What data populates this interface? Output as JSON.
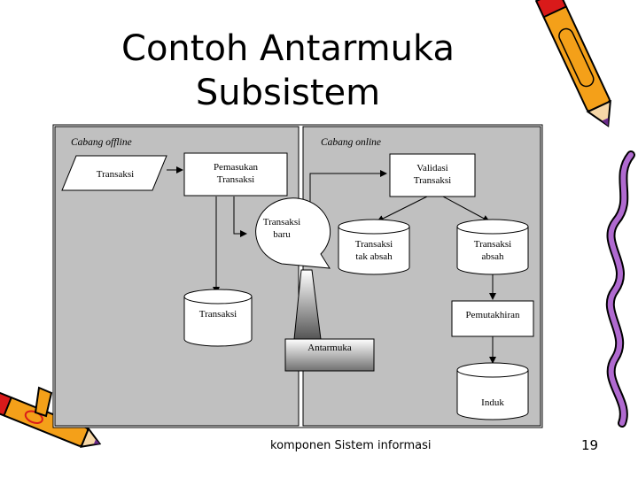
{
  "slide": {
    "title_line1": "Contoh Antarmuka",
    "title_line2": "Subsistem",
    "footer": "komponen Sistem informasi",
    "page_number": "19"
  },
  "diagram": {
    "panel_offline_label": "Cabang offline",
    "panel_online_label": "Cabang online",
    "transaksi_input": "Transaksi",
    "pemasukan_line1": "Pemasukan",
    "pemasukan_line2": "Transaksi",
    "transaksi_store": "Transaksi",
    "callout_line1": "Transaksi",
    "callout_line2": "baru",
    "validasi_line1": "Validasi",
    "validasi_line2": "Transaksi",
    "tak_absah_line1": "Transaksi",
    "tak_absah_line2": "tak absah",
    "absah_line1": "Transaksi",
    "absah_line2": "absah",
    "pemutakhiran": "Pemutakhiran",
    "induk": "Induk",
    "antarmuka": "Antarmuka"
  },
  "colors": {
    "panel_fill": "#c0c0c0",
    "box_fill": "#ffffff",
    "pen_orange": "#f4a019",
    "pen_red": "#d91a1a",
    "pen_purple": "#6a2a8a"
  }
}
